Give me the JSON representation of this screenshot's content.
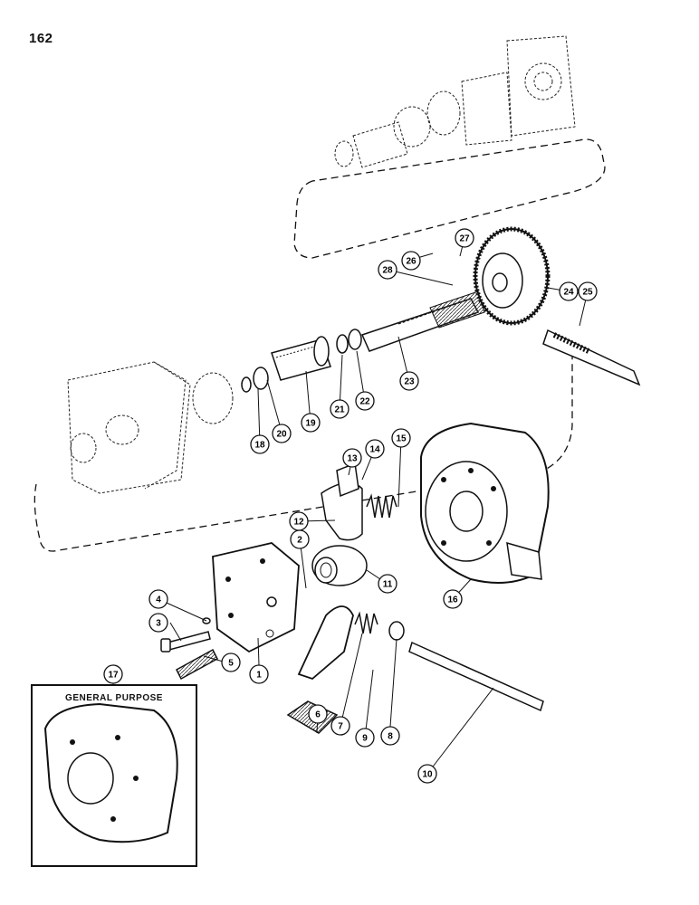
{
  "page_number": "162",
  "inset": {
    "callout": "17",
    "title": "GENERAL PURPOSE"
  },
  "callouts": [
    "1",
    "2",
    "3",
    "4",
    "5",
    "6",
    "7",
    "8",
    "9",
    "10",
    "11",
    "12",
    "13",
    "14",
    "15",
    "16",
    "18",
    "19",
    "20",
    "21",
    "22",
    "23",
    "24",
    "25",
    "26",
    "27",
    "28"
  ]
}
